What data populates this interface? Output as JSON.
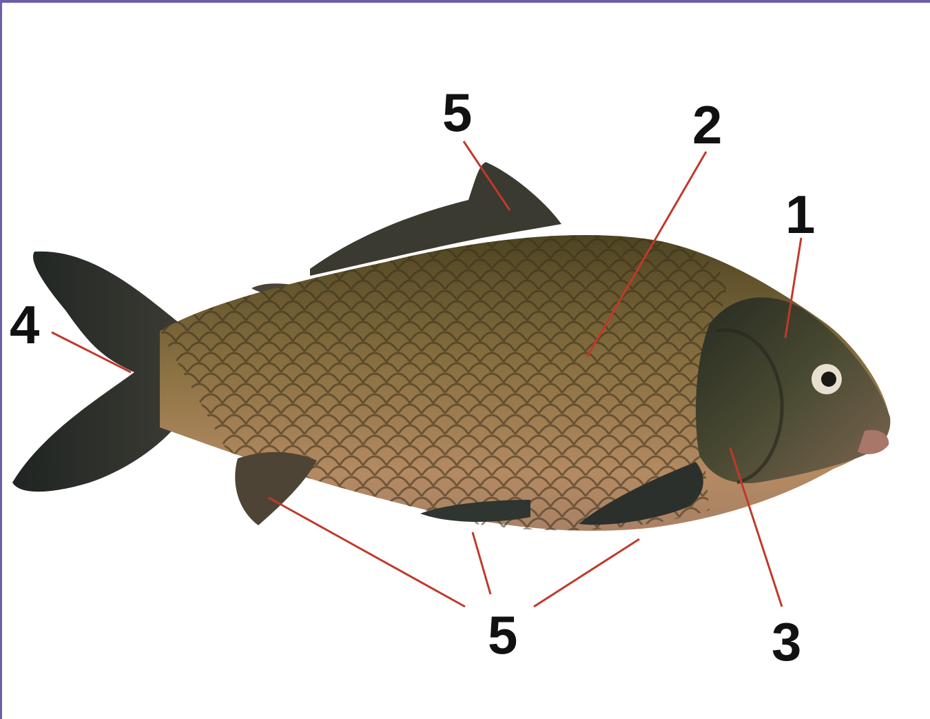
{
  "colors": {
    "frame": "#6a5fa8",
    "leader": "#c0392b",
    "background": "#ffffff",
    "body_light": "#b58c60",
    "body_dark": "#5b4a24",
    "fin": "#2f3330",
    "head": "#3a3d2c",
    "eye": "#e8e0cf"
  },
  "labels": [
    {
      "id": "label-1",
      "text": "1"
    },
    {
      "id": "label-2",
      "text": "2"
    },
    {
      "id": "label-3",
      "text": "3"
    },
    {
      "id": "label-4",
      "text": "4"
    },
    {
      "id": "label-5-top",
      "text": "5"
    },
    {
      "id": "label-5-bottom",
      "text": "5"
    }
  ]
}
